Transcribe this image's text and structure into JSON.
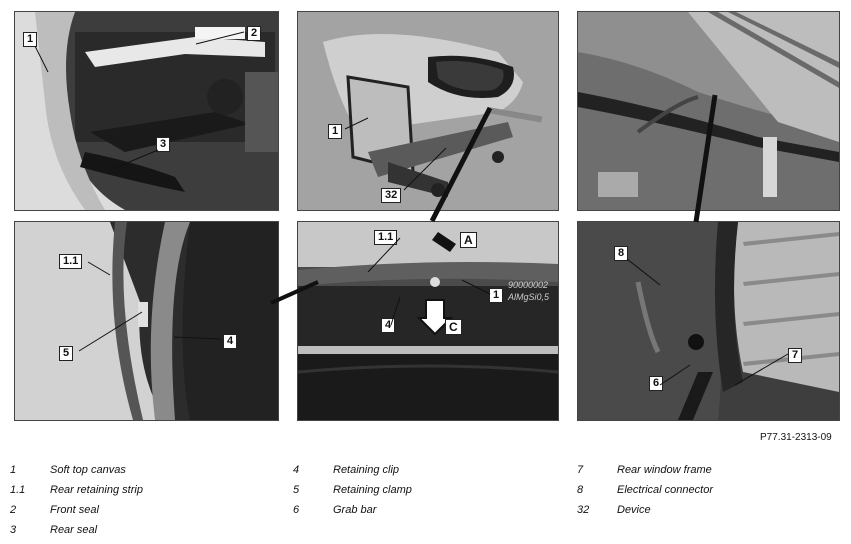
{
  "figure_id": "P77.31-2313-09",
  "colors": {
    "frame": "#444444",
    "callout_border": "#222222",
    "leader": "#111111"
  },
  "panels": {
    "top_left": {
      "callouts": [
        "1",
        "2",
        "3"
      ]
    },
    "top_middle": {
      "callouts": [
        "1",
        "32"
      ]
    },
    "top_right": {
      "callouts": []
    },
    "bottom_left": {
      "callouts": [
        "1.1",
        "5",
        "4"
      ]
    },
    "bottom_middle": {
      "callouts": [
        "1.1",
        "1",
        "4"
      ],
      "letters": [
        "A",
        "C"
      ],
      "stamp_text": [
        "90000002",
        "AlMgSi0,5"
      ]
    },
    "bottom_right": {
      "callouts": [
        "8",
        "7",
        "6"
      ]
    }
  },
  "legend": {
    "col1": [
      {
        "num": "1",
        "text": "Soft top canvas"
      },
      {
        "num": "1.1",
        "text": "Rear retaining strip"
      },
      {
        "num": "2",
        "text": "Front seal"
      },
      {
        "num": "3",
        "text": "Rear seal"
      }
    ],
    "col2": [
      {
        "num": "4",
        "text": "Retaining clip"
      },
      {
        "num": "5",
        "text": "Retaining clamp"
      },
      {
        "num": "6",
        "text": "Grab bar"
      }
    ],
    "col3": [
      {
        "num": "7",
        "text": "Rear window frame"
      },
      {
        "num": "8",
        "text": "Electrical connector"
      },
      {
        "num": "32",
        "text": "Device"
      }
    ]
  }
}
